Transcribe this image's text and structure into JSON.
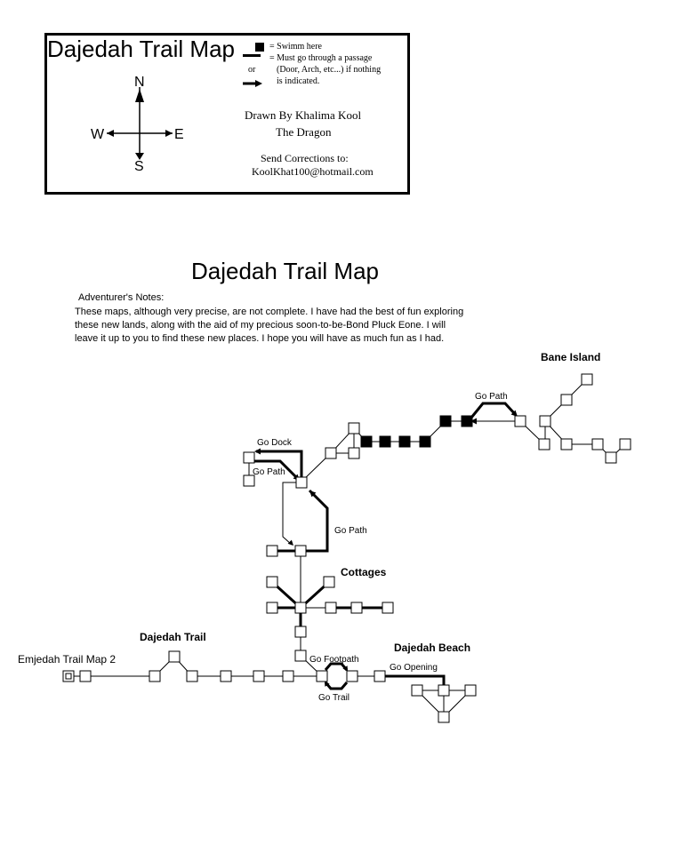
{
  "legend": {
    "title": "Dajedah Trail Map",
    "swim": "= Swimm here",
    "passage_line1": "= Must go through a passage",
    "passage_line2": "(Door, Arch, etc...) if nothing",
    "passage_line3": "is indicated.",
    "or": "or",
    "drawn_by": "Drawn By Khalima Kool",
    "subtitle": "The Dragon",
    "corrections": "Send Corrections to:",
    "email": "KoolKhat100@hotmail.com",
    "compass": {
      "n": "N",
      "s": "S",
      "e": "E",
      "w": "W"
    }
  },
  "main": {
    "title": "Dajedah Trail Map",
    "notes_heading": "Adventurer's Notes:",
    "notes_lines": [
      "These maps, although very precise, are not complete. I have had the best of fun exploring",
      "these new lands, along with the aid of my precious soon-to-be-Bond Pluck Eone. I will",
      "leave it up to you to find these new places. I hope you will have as much fun as I had."
    ]
  },
  "map": {
    "areas": {
      "bane_island": "Bane Island",
      "cottages": "Cottages",
      "dajedah_trail": "Dajedah Trail",
      "dajedah_beach": "Dajedah Beach"
    },
    "exit_label": "Emjedah Trail Map 2",
    "paths": {
      "go_dock": "Go Dock",
      "go_path_west": "Go Path",
      "go_path_south": "Go Path",
      "go_path_east": "Go Path",
      "go_footpath": "Go Footpath",
      "go_opening": "Go Opening",
      "go_trail": "Go Trail"
    }
  }
}
